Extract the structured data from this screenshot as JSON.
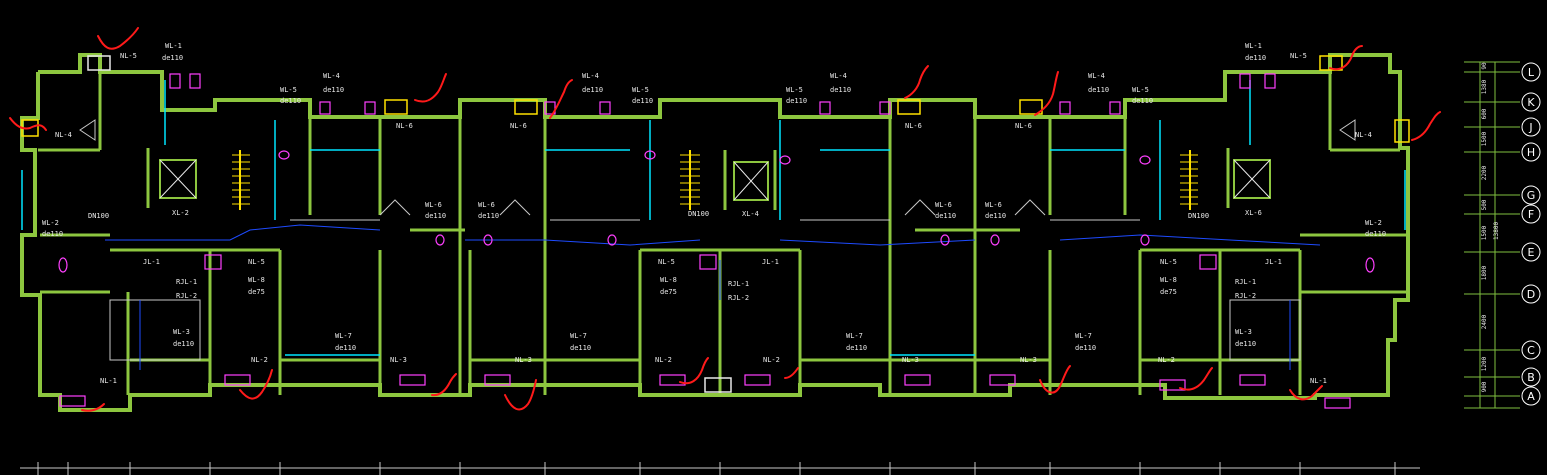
{
  "labels": {
    "wl_1": "WL-1",
    "wl_2": "WL-2",
    "wl_3": "WL-3",
    "wl_4": "WL-4",
    "wl_5": "WL-5",
    "wl_6": "WL-6",
    "wl_7": "WL-7",
    "wl_8": "WL-8",
    "nl_1": "NL-1",
    "nl_2": "NL-2",
    "nl_3": "NL-3",
    "nl_4": "NL-4",
    "nl_5": "NL-5",
    "nl_6": "NL-6",
    "xl_2": "XL-2",
    "xl_4": "XL-4",
    "xl_6": "XL-6",
    "jl_1": "JL-1",
    "rjl_1": "RJL-1",
    "rjl_2": "RJL-2",
    "de110": "de110",
    "de75": "de75",
    "dn100": "DN100"
  },
  "axis_letters": [
    "L",
    "K",
    "J",
    "H",
    "G",
    "F",
    "E",
    "D",
    "C",
    "B",
    "A"
  ],
  "dimensions": [
    "90",
    "1380",
    "600",
    "1500",
    "2200",
    "500",
    "1500",
    "1800",
    "2400",
    "1200",
    "900"
  ],
  "total_dimension": "13800",
  "colors": {
    "wall": "#8dc63f",
    "pipe_cyan": "#00e5ff",
    "pipe_blue": "#1e4bff",
    "fixture_magenta": "#ff40ff",
    "stair_yellow": "#ffe100",
    "markup_red": "#ff1a1a",
    "text": "#e8e8e8",
    "dim_line": "#7fbf3f"
  }
}
